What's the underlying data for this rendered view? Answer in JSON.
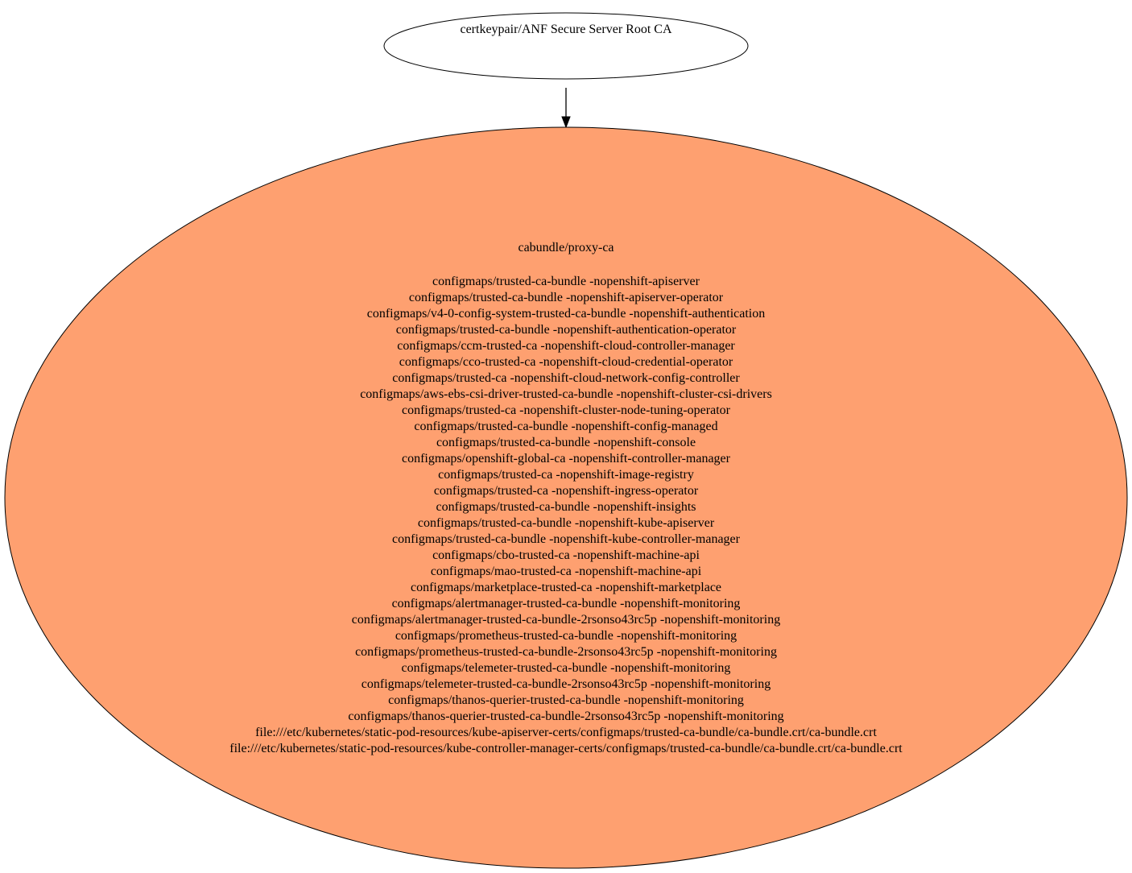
{
  "colors": {
    "background": "#ffffff",
    "stroke": "#000000",
    "bundle_fill": "#fea070",
    "root_fill": "#ffffff"
  },
  "nodes": {
    "root": {
      "label": "certkeypair/ANF Secure Server Root CA"
    },
    "bundle": {
      "title": "cabundle/proxy-ca",
      "items": [
        "configmaps/trusted-ca-bundle -nopenshift-apiserver",
        "configmaps/trusted-ca-bundle -nopenshift-apiserver-operator",
        "configmaps/v4-0-config-system-trusted-ca-bundle -nopenshift-authentication",
        "configmaps/trusted-ca-bundle -nopenshift-authentication-operator",
        "configmaps/ccm-trusted-ca -nopenshift-cloud-controller-manager",
        "configmaps/cco-trusted-ca -nopenshift-cloud-credential-operator",
        "configmaps/trusted-ca -nopenshift-cloud-network-config-controller",
        "configmaps/aws-ebs-csi-driver-trusted-ca-bundle -nopenshift-cluster-csi-drivers",
        "configmaps/trusted-ca -nopenshift-cluster-node-tuning-operator",
        "configmaps/trusted-ca-bundle -nopenshift-config-managed",
        "configmaps/trusted-ca-bundle -nopenshift-console",
        "configmaps/openshift-global-ca -nopenshift-controller-manager",
        "configmaps/trusted-ca -nopenshift-image-registry",
        "configmaps/trusted-ca -nopenshift-ingress-operator",
        "configmaps/trusted-ca-bundle -nopenshift-insights",
        "configmaps/trusted-ca-bundle -nopenshift-kube-apiserver",
        "configmaps/trusted-ca-bundle -nopenshift-kube-controller-manager",
        "configmaps/cbo-trusted-ca -nopenshift-machine-api",
        "configmaps/mao-trusted-ca -nopenshift-machine-api",
        "configmaps/marketplace-trusted-ca -nopenshift-marketplace",
        "configmaps/alertmanager-trusted-ca-bundle -nopenshift-monitoring",
        "configmaps/alertmanager-trusted-ca-bundle-2rsonso43rc5p -nopenshift-monitoring",
        "configmaps/prometheus-trusted-ca-bundle -nopenshift-monitoring",
        "configmaps/prometheus-trusted-ca-bundle-2rsonso43rc5p -nopenshift-monitoring",
        "configmaps/telemeter-trusted-ca-bundle -nopenshift-monitoring",
        "configmaps/telemeter-trusted-ca-bundle-2rsonso43rc5p -nopenshift-monitoring",
        "configmaps/thanos-querier-trusted-ca-bundle -nopenshift-monitoring",
        "configmaps/thanos-querier-trusted-ca-bundle-2rsonso43rc5p -nopenshift-monitoring",
        "file:///etc/kubernetes/static-pod-resources/kube-apiserver-certs/configmaps/trusted-ca-bundle/ca-bundle.crt/ca-bundle.crt",
        "file:///etc/kubernetes/static-pod-resources/kube-controller-manager-certs/configmaps/trusted-ca-bundle/ca-bundle.crt/ca-bundle.crt"
      ]
    }
  }
}
